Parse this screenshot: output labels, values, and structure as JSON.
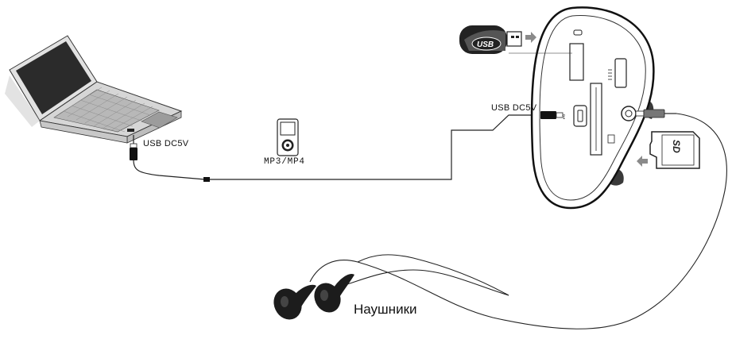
{
  "labels": {
    "usb_laptop": "USB DC5V",
    "usb_device": "USB DC5V",
    "mp3": "MP3/MP4",
    "headphones": "Наушники"
  },
  "badges": {
    "usb_flash": "USB",
    "sd_card": "SD"
  },
  "colors": {
    "line": "#222222",
    "arrow": "#8a8a8a",
    "laptop_body": "#d9d9d9",
    "laptop_screen": "#2b2b2b"
  },
  "icons": [
    "laptop-icon",
    "mp3-player-icon",
    "usb-flash-drive-icon",
    "sd-card-icon",
    "earphones-icon",
    "speaker-device-icon"
  ]
}
